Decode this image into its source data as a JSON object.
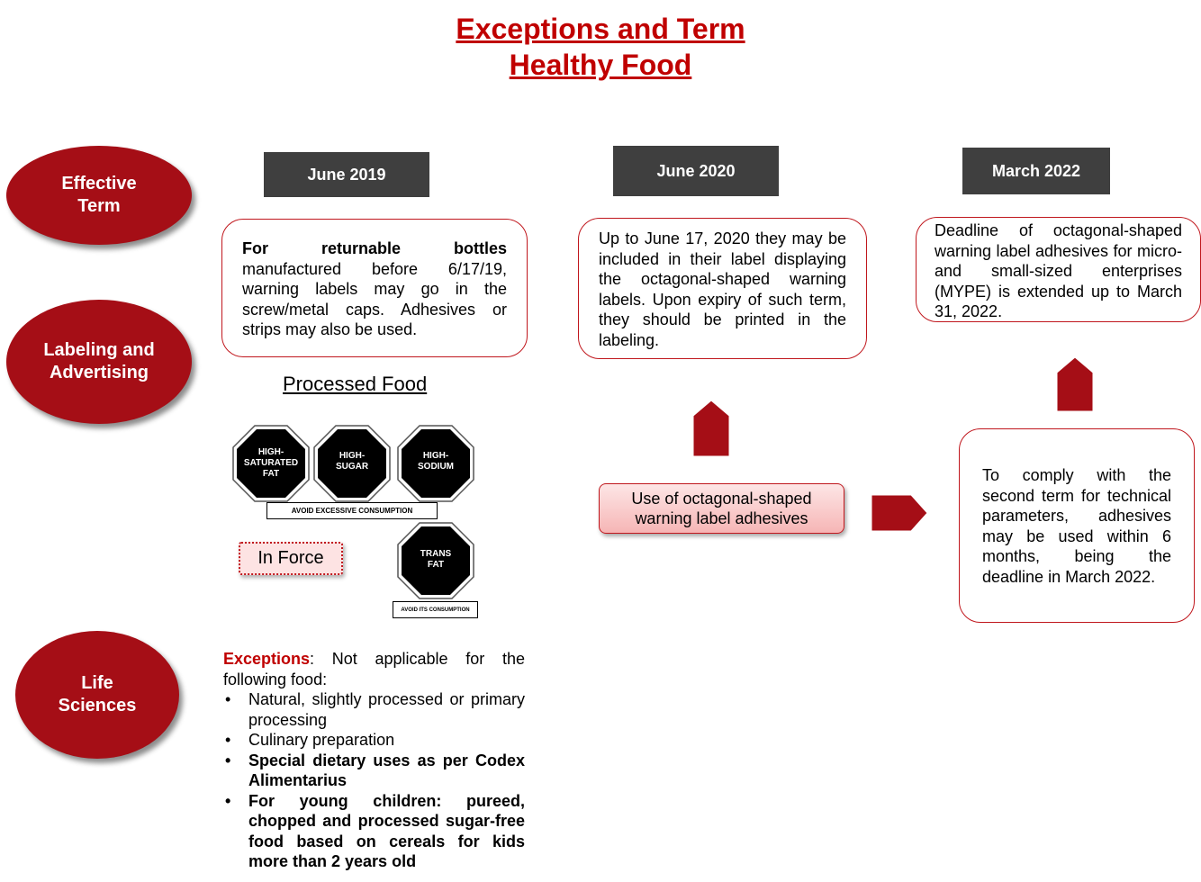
{
  "title": {
    "line1": "Exceptions and Term",
    "line2": "Healthy Food"
  },
  "categories": [
    {
      "line1": "Effective",
      "line2": "Term"
    },
    {
      "line1": "Labeling and",
      "line2": "Advertising"
    },
    {
      "line1": "Life",
      "line2": "Sciences"
    }
  ],
  "terms": [
    {
      "date": "June 2019",
      "lead_bold": "For returnable bottles",
      "text": "manufactured before 6/17/19, warning labels may go in the screw/metal caps. Adhesives or strips may also be used."
    },
    {
      "date": "June 2020",
      "text": "Up to June 17, 2020 they may be included in their label displaying the octagonal-shaped warning labels. Upon expiry of such term, they should be printed in the labeling."
    },
    {
      "date": "March 2022",
      "text": "Deadline of octagonal-shaped warning label adhesives for micro- and small-sized enterprises (MYPE) is extended up to March 31, 2022."
    }
  ],
  "processed_food": {
    "title": "Processed Food",
    "octagons": [
      {
        "line1": "HIGH-",
        "line2": "SATURATED",
        "line3": "FAT"
      },
      {
        "line1": "HIGH-",
        "line2": "SUGAR",
        "line3": ""
      },
      {
        "line1": "HIGH-",
        "line2": "SODIUM",
        "line3": ""
      },
      {
        "line1": "TRANS",
        "line2": "FAT",
        "line3": ""
      }
    ],
    "warning_main": "AVOID EXCESSIVE CONSUMPTION",
    "warning_trans": "AVOID ITS CONSUMPTION",
    "status": "In Force"
  },
  "adhesive_box": {
    "line1": "Use of octagonal-shaped",
    "line2": "warning label adhesives"
  },
  "second_term": {
    "text": "To comply with the second term for technical parameters, adhesives may be used within 6 months, being the deadline in March 2022."
  },
  "exceptions": {
    "label": "Exceptions",
    "intro": ": Not applicable for the following food:",
    "items": [
      {
        "text": "Natural, slightly  processed or primary processing",
        "bold": false
      },
      {
        "text": "Culinary preparation",
        "bold": false
      },
      {
        "text": "Special dietary uses as per Codex Alimentarius",
        "bold": true
      },
      {
        "text": "For young children: pureed, chopped and processed sugar-free food based on cereals for kids more than 2 years old",
        "bold": true
      }
    ]
  },
  "colors": {
    "accent_red": "#a50e16",
    "title_red": "#c00000",
    "border_red": "#c0171d",
    "date_box": "#3f3f3f",
    "octagon": "#000000"
  }
}
